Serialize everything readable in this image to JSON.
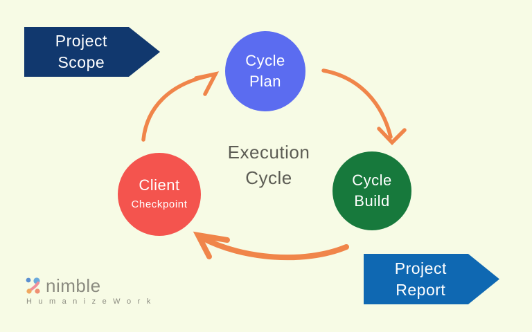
{
  "colors": {
    "bg": "#f7fbe5",
    "navy": "#11386e",
    "blue": "#0f68b2",
    "plan": "#5b6cf0",
    "build": "#17793c",
    "checkpoint": "#f4544e",
    "arrow": "#f0854a",
    "center-text": "#5c5c54",
    "logo-text": "#8b8b80"
  },
  "banners": {
    "scope": {
      "line1": "Project",
      "line2": "Scope"
    },
    "report": {
      "line1": "Project",
      "line2": "Report"
    }
  },
  "circles": {
    "plan": {
      "line1": "Cycle",
      "line2": "Plan"
    },
    "build": {
      "line1": "Cycle",
      "line2": "Build"
    },
    "checkpoint": {
      "line1": "Client",
      "line2": "Checkpoint"
    }
  },
  "center": {
    "line1": "Execution",
    "line2": "Cycle"
  },
  "logo": {
    "mark_icon": "nimble-dots-mark",
    "name": "nimble",
    "tagline": "H u m a n i z e   W o r k"
  }
}
